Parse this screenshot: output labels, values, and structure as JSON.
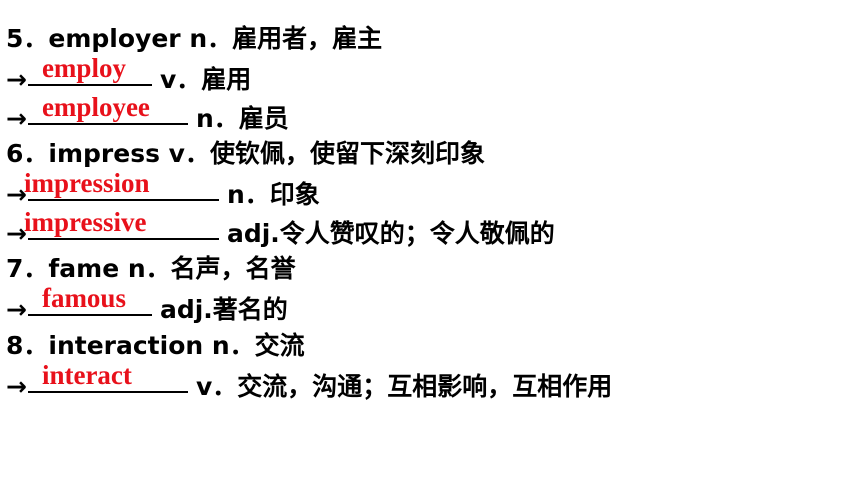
{
  "lines": [
    {
      "text": "5．employer n．雇用者，雇主"
    },
    {
      "arrow": "→",
      "answer": "employ",
      "meaning": "v．雇用"
    },
    {
      "arrow": "→",
      "answer": "employee",
      "meaning": "n．雇员"
    },
    {
      "text": "6．impress v．使钦佩，使留下深刻印象"
    },
    {
      "arrow": "→",
      "answer": "impression",
      "meaning": "n．印象"
    },
    {
      "arrow": "→",
      "answer": "impressive",
      "meaning": "adj.令人赞叹的；令人敬佩的"
    },
    {
      "text": "7．fame n．名声，名誉"
    },
    {
      "arrow": "→",
      "answer": "famous",
      "meaning": "adj.著名的"
    },
    {
      "text": "8．interaction n．交流"
    },
    {
      "arrow": "→",
      "answer": "interact",
      "meaning": "v．交流，沟通；互相影响，互相作用"
    }
  ]
}
